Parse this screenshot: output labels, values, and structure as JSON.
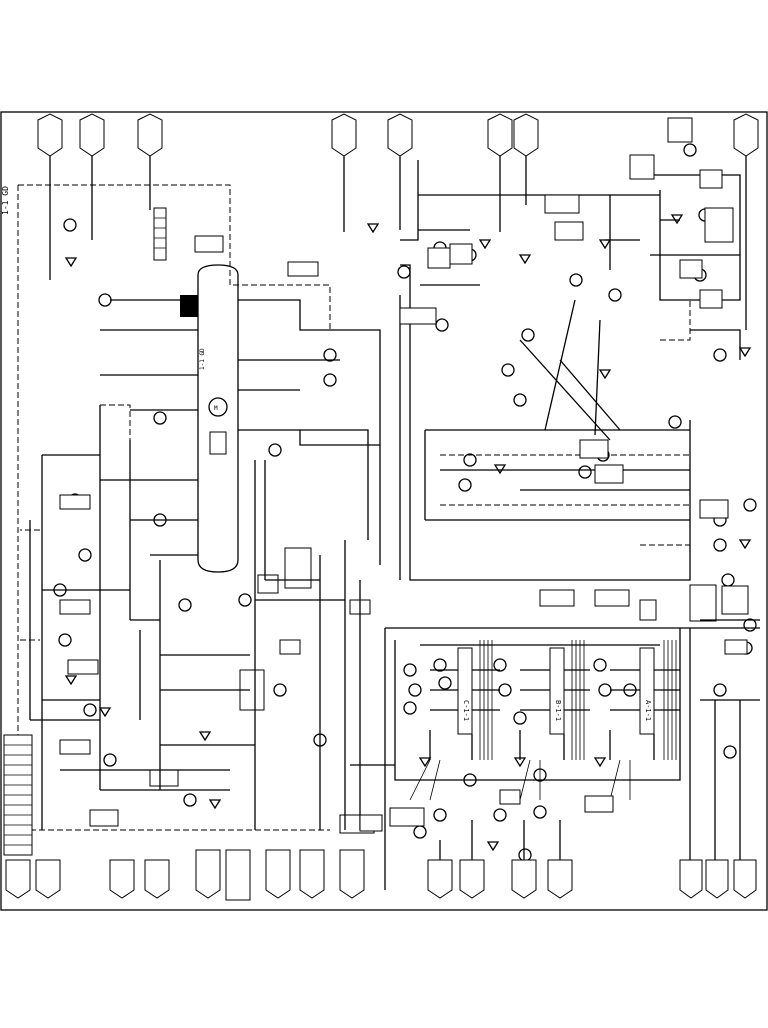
{
  "diagram": {
    "title_vertical": "",
    "unit_labels": [
      "1-1 GD",
      "A-1-1",
      "C-1-1",
      "B-1-1"
    ]
  }
}
